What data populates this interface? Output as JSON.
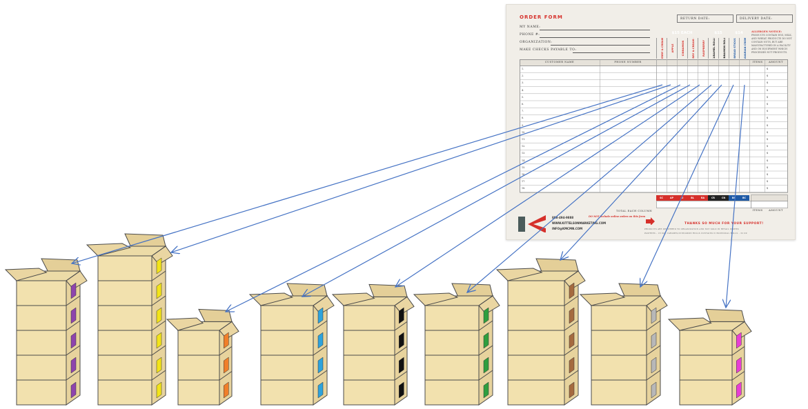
{
  "order_form": {
    "title": "ORDER FORM",
    "return_date_label": "RETURN DATE:",
    "delivery_date_label": "DELIVERY DATE:",
    "fields": [
      "MY NAME:",
      "PHONE #:",
      "ORGANIZATION:",
      "MAKE CHECKS PAYABLE TO:"
    ],
    "price_groups": [
      {
        "label": "$15 EACH",
        "color": "#d6302b"
      },
      {
        "label": "$15",
        "color": "#222222"
      },
      {
        "label": "$14",
        "color": "#1f5aa6"
      }
    ],
    "allergen_title": "ALLERGEN NOTICE:",
    "allergen_text": "PRODUCTS CONTAIN EGG, MILK, AND WHEAT. PRODUCTS DO NOT CONTAIN NUTS, BUT ARE MANUFACTURED IN A FACILITY AND ON EQUIPMENT WHICH PROCESSES NUT PRODUCTS.",
    "products": [
      {
        "name": "STRAWBERRY & CREAM CHEESE",
        "code": "SC"
      },
      {
        "name": "APPLE",
        "code": "AP"
      },
      {
        "name": "CINNAMON",
        "code": "CI"
      },
      {
        "name": "BLUEBERRY & CREAM CHEESE",
        "code": "BL"
      },
      {
        "name": "RASPBERRY",
        "code": "RA"
      },
      {
        "name": "CARAMEL ROLLS",
        "code": "CR"
      },
      {
        "name": "CINNAMON ROLLS",
        "code": "CN"
      },
      {
        "name": "BREAD STICKS",
        "code": "BS"
      },
      {
        "name": "BAVARIAN CREME",
        "code": "BC"
      }
    ],
    "col_customer": "CUSTOMER NAME",
    "col_phone": "PHONE NUMBER",
    "col_items": "ITEMS",
    "col_amount": "AMOUNT",
    "row_numbers": [
      "1.",
      "2.",
      "3.",
      "4.",
      "5.",
      "6.",
      "7.",
      "8.",
      "9.",
      "10.",
      "11.",
      "12.",
      "13.",
      "14.",
      "15.",
      "16.",
      "17.",
      "18."
    ],
    "currency": "$",
    "total_label": "TOTAL EACH COLUMN",
    "note": "DO NOT include online orders on this form",
    "phone": "888-494-9888",
    "website": "WWW.KITTELSONMARKETING.COM",
    "email": "INFO@KMCMN.COM",
    "thanks": "THANKS SO MUCH FOR YOUR SUPPORT!",
    "fine_print_1": "PRODUCTS ARE DELIVERED TO ORGANIZATION AND NOT SOLD IN RETAIL STORES",
    "fine_print_2": "PASTRIES – 18 OZ | CARAMEL/CINNAMON ROLLS CONTAINS 6 INDIVIDUAL ROLLS – 32 OZ"
  },
  "stacks": [
    {
      "boxes": 5,
      "tape_color": "#8e44ad"
    },
    {
      "boxes": 6,
      "tape_color": "#f2e31a"
    },
    {
      "boxes": 3,
      "tape_color": "#f07f2a"
    },
    {
      "boxes": 4,
      "tape_color": "#2ea3dc"
    },
    {
      "boxes": 4,
      "tape_color": "#111111"
    },
    {
      "boxes": 4,
      "tape_color": "#2e9e3e"
    },
    {
      "boxes": 5,
      "tape_color": "#a56a3f"
    },
    {
      "boxes": 4,
      "tape_color": "#b8b8b8"
    },
    {
      "boxes": 3,
      "tape_color": "#e83fd4"
    }
  ],
  "colors": {
    "box_front": "#f2e1ae",
    "box_side": "#e7d39d",
    "box_top": "#ecdba7",
    "box_stroke": "#4a4a4a",
    "arrow": "#4472c4"
  }
}
